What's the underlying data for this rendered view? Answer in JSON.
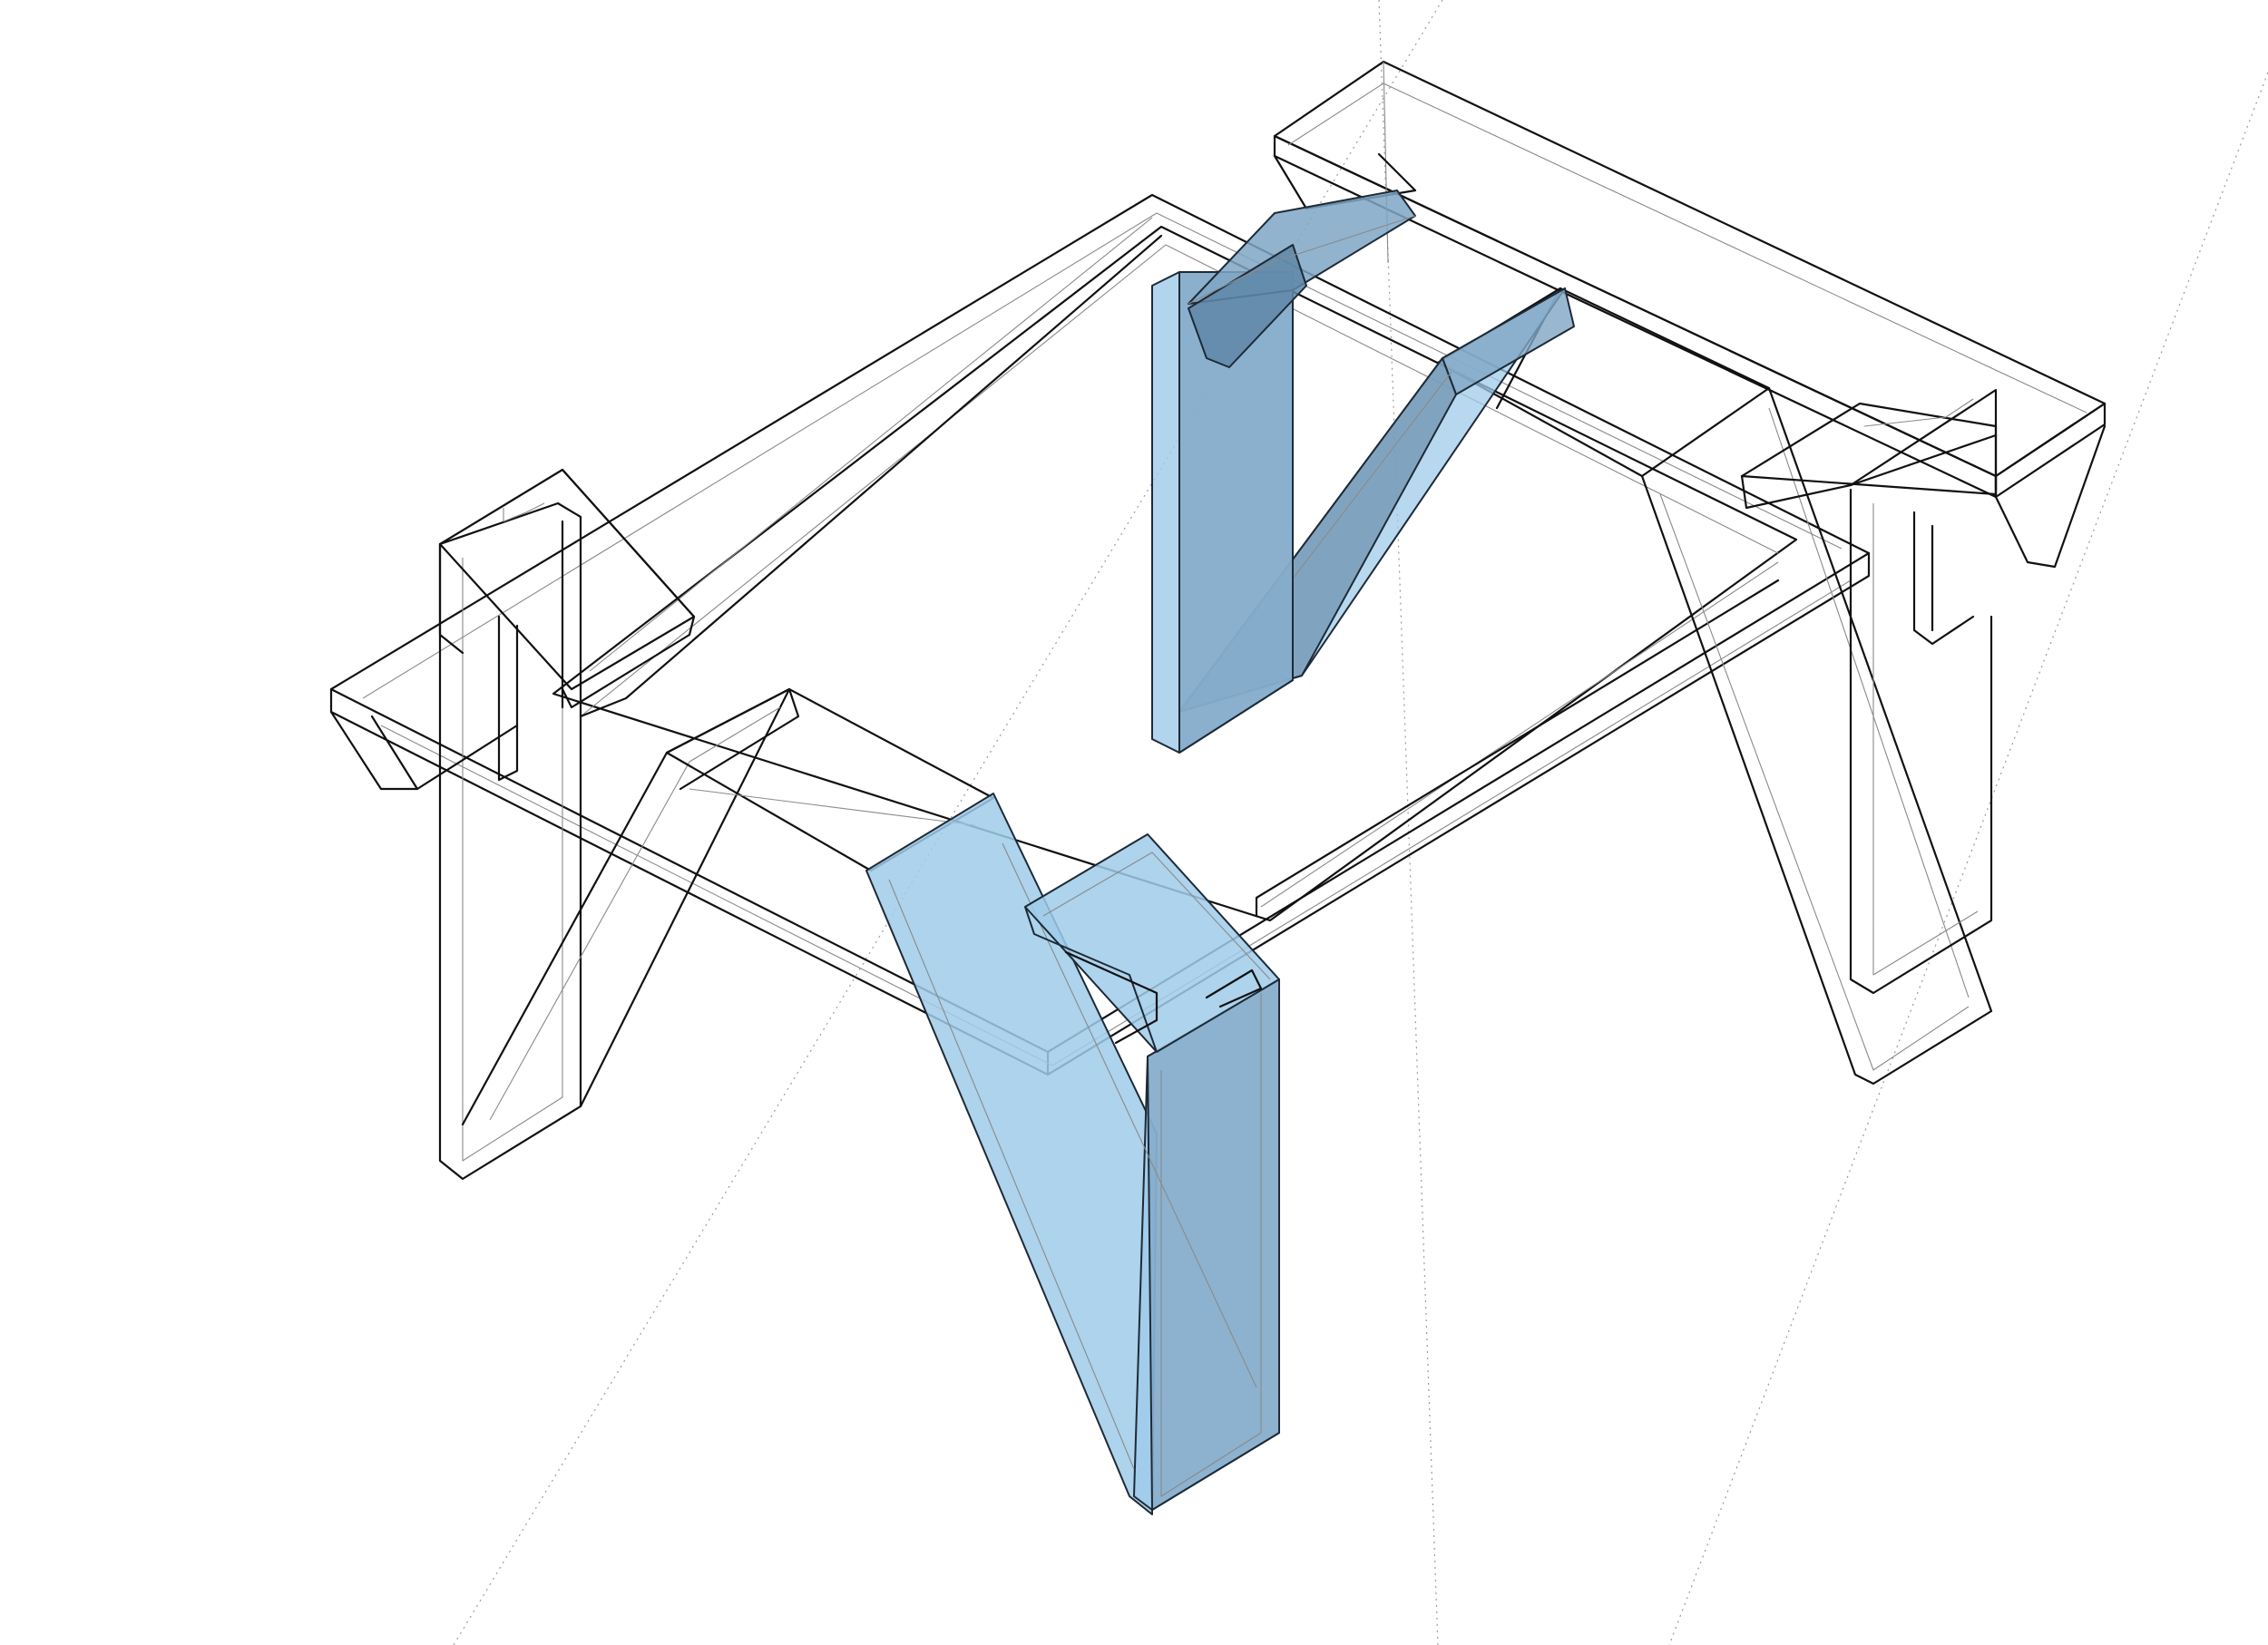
{
  "figure": {
    "description_labels": [],
    "colors": {
      "background": "#ffffff",
      "edge": "#111111",
      "hidden_edge": "#8a8a8a",
      "highlight_fill": "#9fcbea",
      "highlight_dark": "#7fa6c4"
    },
    "parts": [
      "tabletop-frame",
      "top-board",
      "leg-front-left",
      "leg-front-right",
      "leg-back-right",
      "leg-back-left",
      "brace-back-highlighted",
      "leg-front-highlighted",
      "apron-clamp-highlighted"
    ]
  }
}
